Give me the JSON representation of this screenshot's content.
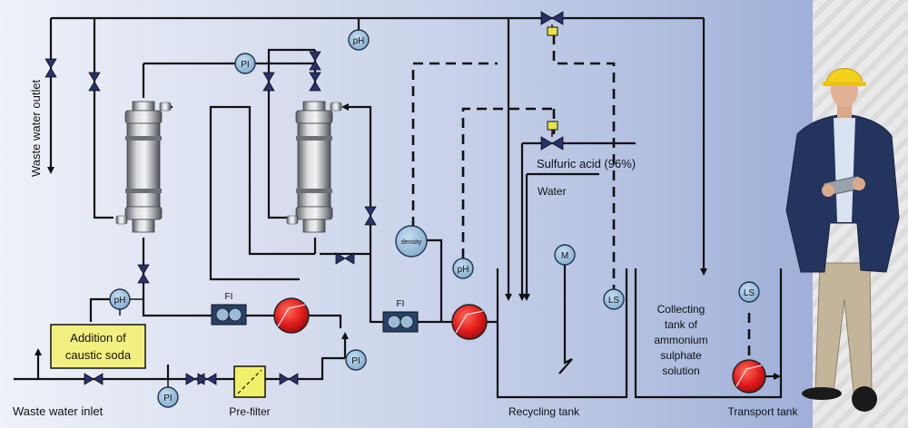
{
  "colors": {
    "background_light": "#e7ecf6",
    "background_dark": "#a6b5d9",
    "pipe": "#111111",
    "instrument_fill": "#8fb6d6",
    "pump_red": "#e11b1b",
    "caustic_box": "#f4f080",
    "prefilter_box": "#f1ee6a",
    "valve_navy": "#2a2f6e",
    "control_valve_yellow": "#e8e24a"
  },
  "labels": {
    "waste_water_outlet": "Waste water outlet",
    "waste_water_inlet": "Waste water inlet",
    "addition_caustic_line1": "Addition of",
    "addition_caustic_line2": "caustic soda",
    "pre_filter": "Pre-filter",
    "sulfuric_acid": "Sulfuric acid (96%)",
    "water": "Water",
    "recycling_tank": "Recycling tank",
    "collecting_line1": "Collecting",
    "collecting_line2": "tank of",
    "collecting_line3": "ammonium",
    "collecting_line4": "sulphate",
    "collecting_line5": "solution",
    "transport_tank": "Transport tank"
  },
  "instruments": {
    "ph_top": "pH",
    "pi_top": "PI",
    "ph_left": "pH",
    "fi_left": "FI",
    "fi_right": "FI",
    "density": "density",
    "ph_mid": "pH",
    "pi_right": "PI",
    "pi_bottom": "PI",
    "m_mixer": "M",
    "ls_recycling": "LS",
    "ls_collecting": "LS"
  },
  "icons": {
    "membrane_contactor": "membrane-contactor-icon",
    "pump": "centrifugal-pump-icon",
    "valve": "gate-valve-icon",
    "flow_meter": "flow-meter-icon",
    "person": "engineer-with-tablet-photo"
  }
}
